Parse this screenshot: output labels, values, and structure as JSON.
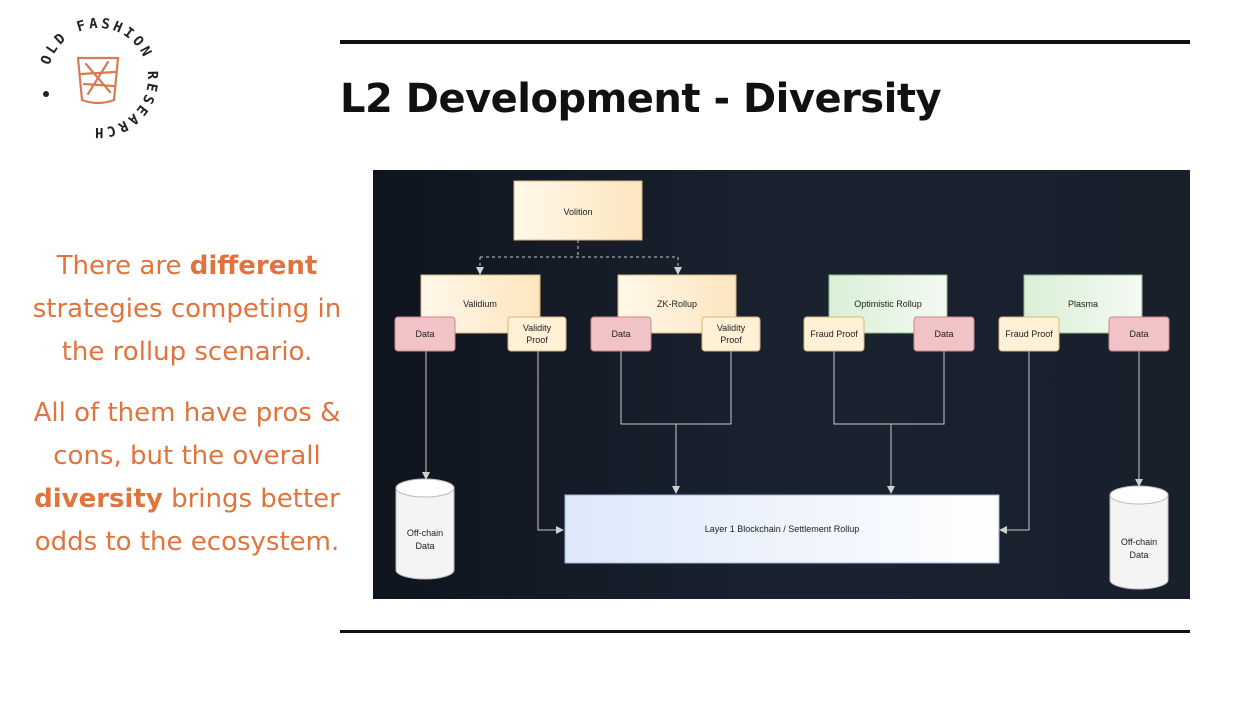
{
  "slide": {
    "title": "L2 Development - Diversity",
    "logo_text": "OLD FASHION RESEARCH",
    "paragraph1": {
      "pre": "There are ",
      "bold": "different",
      "post": " strategies competing in the rollup scenario."
    },
    "paragraph2": {
      "pre": "All of them have pros & cons, but the overall ",
      "bold": "diversity",
      "post": " brings better odds to the ecosystem."
    }
  },
  "diagram": {
    "volition": "Volition",
    "validium": "Validium",
    "zk_rollup": "ZK-Rollup",
    "optimistic_rollup": "Optimistic Rollup",
    "plasma": "Plasma",
    "data_label": "Data",
    "validity_proof_line1": "Validity",
    "validity_proof_line2": "Proof",
    "fraud_proof": "Fraud Proof",
    "layer1": "Layer 1 Blockchain / Settlement Rollup",
    "offchain_line1": "Off-chain",
    "offchain_line2": "Data"
  },
  "colors": {
    "accent": "#e0743c",
    "diagram_bg": "#141b26",
    "yellow_box": "#fff1d6",
    "green_box": "#e3f2e0",
    "red_box": "#f2c3c6",
    "blue_box": "#e6eefb"
  }
}
